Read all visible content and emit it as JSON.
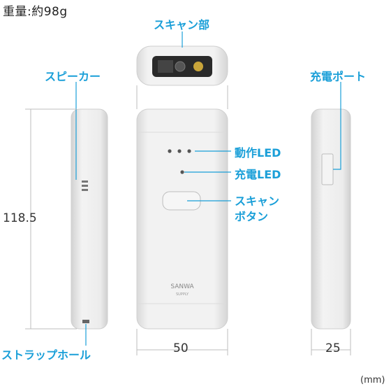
{
  "weight_text": "重量:約98g",
  "labels": {
    "scan_part": "スキャン部",
    "speaker": "スピーカー",
    "charge_port": "充電ポート",
    "operation_led": "動作LED",
    "charge_led": "充電LED",
    "scan_button_line1": "スキャン",
    "scan_button_line2": "ボタン",
    "strap_hole": "ストラップホール"
  },
  "dimensions": {
    "height": "118.5",
    "width": "50",
    "depth": "25",
    "unit": "(mm)"
  },
  "brand_logo": {
    "line1": "SANWA",
    "line2": "SUPPLY"
  },
  "colors": {
    "accent": "#1a9fd8",
    "device_body": "#eeeeee",
    "device_edge": "#cfcfcf"
  }
}
